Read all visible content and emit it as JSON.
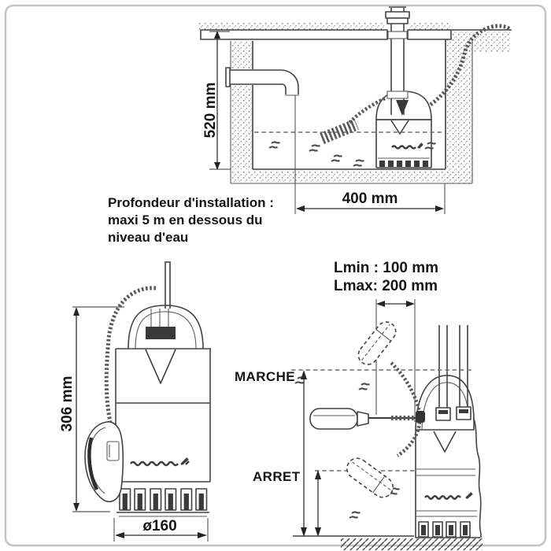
{
  "installation_diagram": {
    "depth_label": "520 mm",
    "width_label": "400 mm"
  },
  "installation_note": {
    "line1": "Profondeur d'installation :",
    "line2": "maxi 5 m en dessous du",
    "line3": "niveau d'eau"
  },
  "dimension_drawing": {
    "height_label": "306 mm",
    "diameter_label": "ø160"
  },
  "float_switch_diagram": {
    "lmin_label": "Lmin : 100 mm",
    "lmax_label": "Lmax: 200 mm",
    "start_label": "MARCHE",
    "stop_label": "ARRET"
  },
  "colors": {
    "line": "#424242",
    "text": "#161616",
    "frame": "#c4c4c4",
    "soil_dots": "#8f8f8f"
  }
}
